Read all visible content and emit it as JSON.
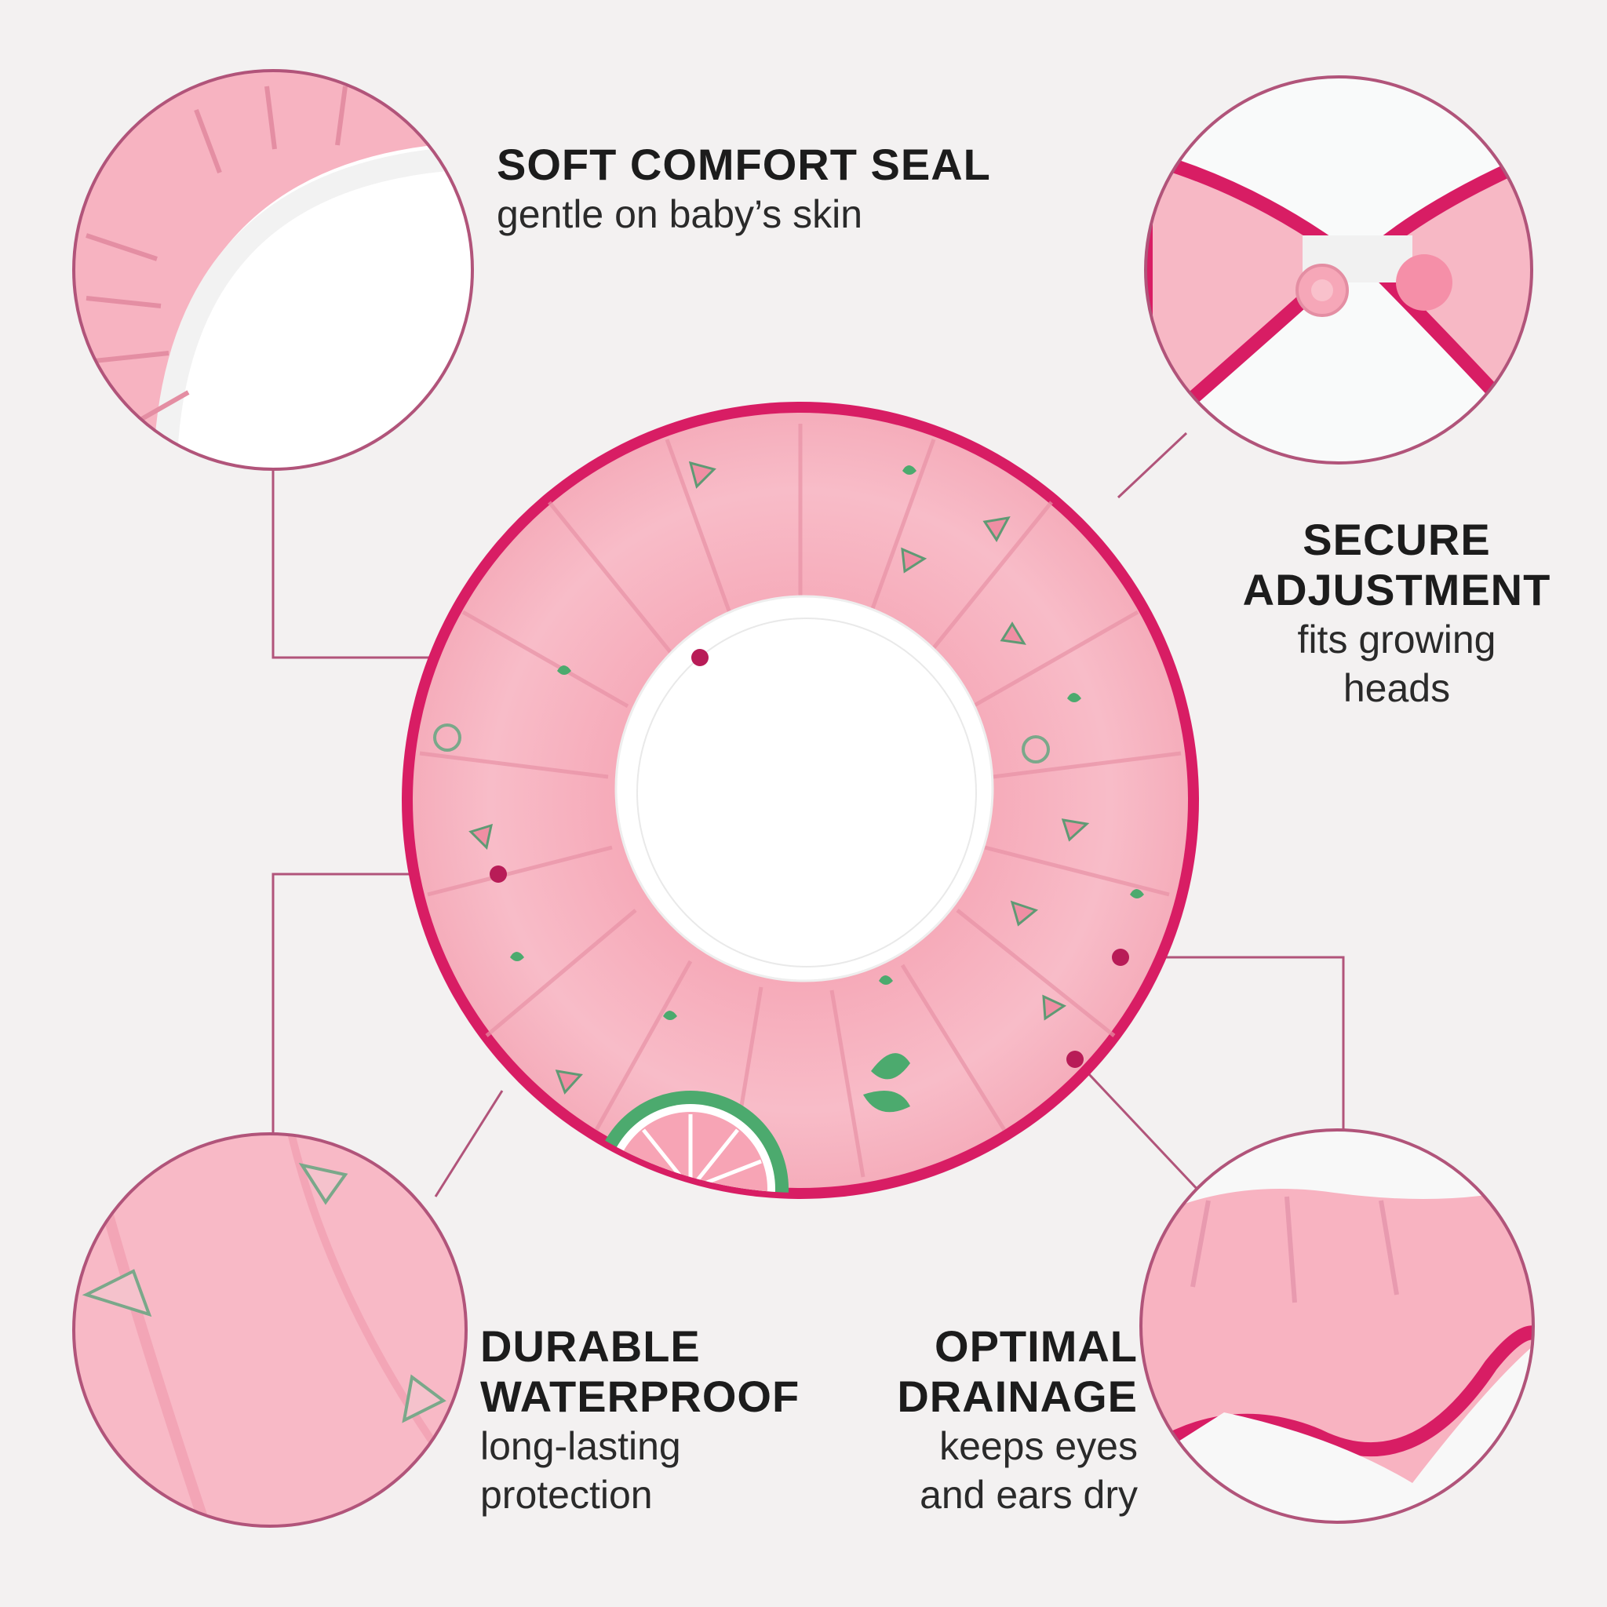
{
  "features": {
    "seal": {
      "title": "SOFT COMFORT SEAL",
      "desc": "gentle on baby’s skin"
    },
    "secure": {
      "title": "SECURE\nADJUSTMENT",
      "desc": "fits growing\nheads"
    },
    "durable": {
      "title": "DURABLE\nWATERPROOF",
      "desc": "long-lasting\nprotection"
    },
    "drainage": {
      "title": "OPTIMAL\nDRAINAGE",
      "desc": "keeps eyes\nand ears dry"
    }
  },
  "colors": {
    "background": "#f3f1f1",
    "fabric_pink": "#f7b6c2",
    "trim_magenta": "#d81d64",
    "leader_line": "#b1547a",
    "leaf_green": "#4caa6e",
    "seal_white": "#ffffff"
  }
}
